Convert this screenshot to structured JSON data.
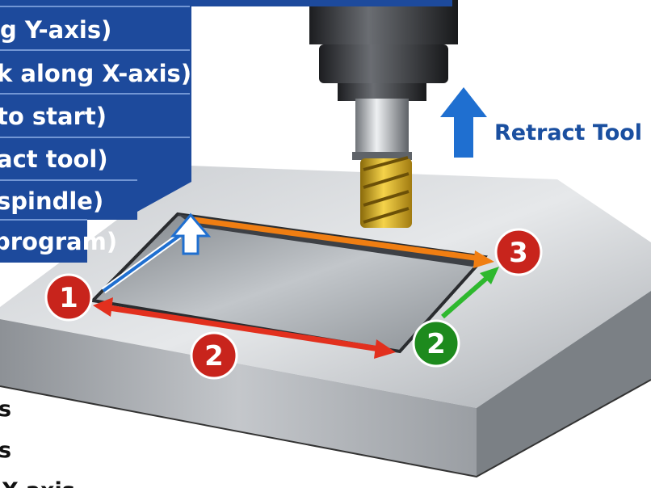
{
  "panel": {
    "color": "#1d4a9c",
    "steps": [
      "g Y-axis)",
      "k along X-axis)",
      "to start)",
      "act tool)",
      " spindle)",
      "program)"
    ]
  },
  "bottom_text": [
    "s",
    "s",
    "X-axis"
  ],
  "retract_label": "Retract Tool",
  "markers": [
    {
      "label": "1",
      "color": "#c8241c"
    },
    {
      "label": "2",
      "color": "#c8241c"
    },
    {
      "label": "2",
      "color": "#1d8a1d"
    },
    {
      "label": "3",
      "color": "#c8241c"
    }
  ],
  "arrow_colors": {
    "orange": "#f07e12",
    "red": "#e2301e",
    "green": "#2eb82e",
    "blue": "#1f6fd0"
  }
}
